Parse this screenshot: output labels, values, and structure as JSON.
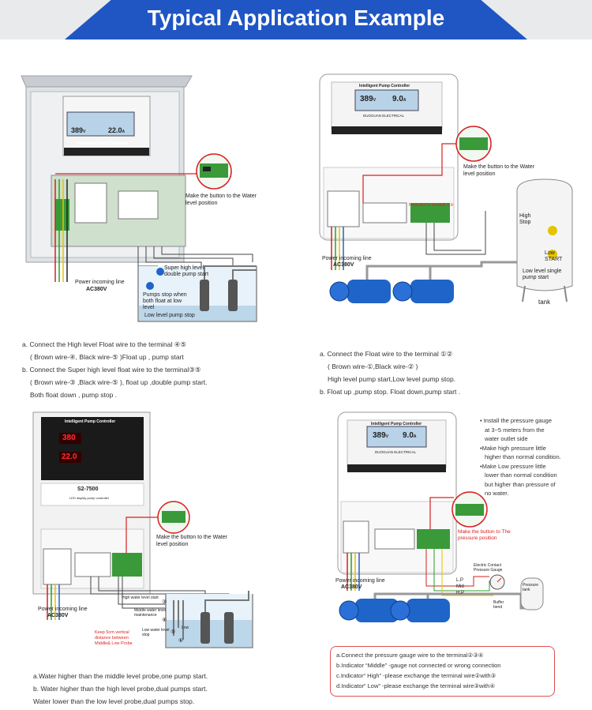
{
  "banner": {
    "title": "Typical Application Example"
  },
  "panel_tl": {
    "controller_title": "Intelligent Pump Controller",
    "display_left": "389",
    "display_left_unit": "V",
    "display_right": "22.0",
    "display_right_unit": "A",
    "callout": "Make the button to the Water level position",
    "power_line": "Power incoming line",
    "power_voltage": "AC380V",
    "float_high": "Super high level double pump start",
    "float_stop": "Pumps stop when both float at low level",
    "tank_label": "Low level pump stop",
    "caption_lines": [
      "a. Connect the High level Float wire to the terminal ④⑤",
      "( Brown wire-④, Black wire-⑤ )Float up , pump start",
      "b. Connect the  Super high level float wire to the terminal③⑤",
      "( Brown wire-③ ,Black wire-⑤ ), float up ,double pump start.",
      "Both float down , pump stop ."
    ]
  },
  "panel_tr": {
    "controller_title": "Intelligent Pump Controller",
    "display_left": "389",
    "display_left_unit": "V",
    "display_right": "9.0",
    "display_right_unit": "A",
    "brand": "DUOGUAN ELECTRICAL",
    "callout": "Make the button to the Water level position",
    "terminal_note": "Float wire to terminal ①②",
    "high_stop": "High Stop",
    "low_start": "Low START",
    "tank_caption": "Low level single pump start",
    "tank_label": "tank",
    "power_line": "Power incoming line",
    "power_voltage": "AC380V",
    "caption_lines": [
      "a. Connect the Float wire to the terminal ①②",
      "( Brown wire-①,Black wire-② )",
      "High level pump start,Low level pump stop.",
      "b. Float up ,pump stop. Float down,pump start ."
    ]
  },
  "panel_bl": {
    "controller_title": "Intelligent Pump Controller",
    "display_top": "380",
    "display_bottom": "22.0",
    "model": "S2-7500",
    "model_sub": "LED display pump controller",
    "callout": "Make the button to the Water level position",
    "power_line": "Power incoming line",
    "power_voltage": "AC380V",
    "probe_high": "High water level start",
    "probe_mid": "Middle water level maintenance",
    "probe_low": "Low water level stop",
    "probe_num_high": "③",
    "probe_num_mid": "④",
    "probe_num_low": "⑤",
    "probe_num_com": "⑥",
    "low_short": "Low",
    "keep_note": "Keep 5cm vertical distance between Middle& Low Probe",
    "caption_lines": [
      "a.Water higher than the middle level probe,one pump start.",
      "b. Water higher than the high level probe,dual pumps start.",
      "Water lower than the low level probe,dual pumps stop."
    ]
  },
  "panel_br": {
    "controller_title": "Intelligent Pump Controller",
    "display_left": "389",
    "display_left_unit": "V",
    "display_right": "9.0",
    "display_right_unit": "A",
    "brand": "DUOGUAN ELECTRICAL",
    "callout": "Make the button to The pressure position",
    "gauge_label": "Electric Contact Pressure Gauge",
    "tank_label": "Pressure tank",
    "buffer_label": "Buffer bend",
    "lp": "L.P",
    "mid": "Mid",
    "hp": "H.P",
    "power_line": "Power incoming line",
    "power_voltage": "AC380V",
    "tips": [
      "• Install the pressure gauge",
      "at  3~5 meters from the",
      "water outlet side",
      "•Make high pressure little",
      "higher than normal condition.",
      "•Make Low pressure little",
      "lower than normal condition",
      "but higher than pressure of",
      "no water."
    ],
    "caption_lines": [
      "a.Connect the pressure gauge wire to the terminal②③④",
      "b.Indicator  “Middle” -gauge not connected  or wrong connection",
      "c.Indicator“ High” -please exchange the terminal wire②with③",
      "d.Indicator“ Low” -please exchange the terminal wire③with④"
    ]
  },
  "colors": {
    "banner_blue": "#1f56c4",
    "banner_gray": "#e9eaeb",
    "lcd_blue": "#b8d2e8",
    "wire_red": "#d62020",
    "wire_green": "#28a028",
    "pump_blue": "#1f64c8",
    "note_border": "#e05050"
  }
}
